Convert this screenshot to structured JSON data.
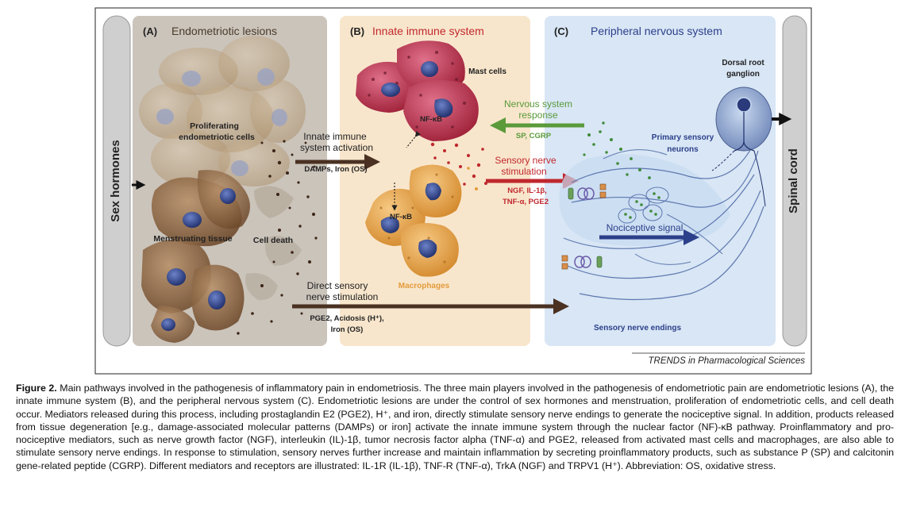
{
  "figure": {
    "side_left": "Sex hormones",
    "side_right": "Spinal cord",
    "panels": [
      {
        "letter": "(A)",
        "title": "Endometriotic lesions"
      },
      {
        "letter": "(B)",
        "title": "Innate immune system"
      },
      {
        "letter": "(C)",
        "title": "Peripheral nervous system"
      }
    ],
    "labels": {
      "proliferating": [
        "Proliferating",
        "endometriotic cells"
      ],
      "menstruating": "Menstruating tissue",
      "cell_death": "Cell death",
      "innate_activation": [
        "Innate immune",
        "system activation"
      ],
      "innate_activation_mediators": "DAMPs, Iron (OS)",
      "direct_stimulation": [
        "Direct sensory",
        "nerve stimulation"
      ],
      "direct_mediators": [
        "PGE2, Acidosis (H⁺),",
        "Iron (OS)"
      ],
      "mast_cells": "Mast cells",
      "nfkb": "NF-κB",
      "macrophages": "Macrophages",
      "sensory_stimulation": [
        "Sensory nerve",
        "stimulation"
      ],
      "sensory_mediators": [
        "NGF, IL-1β,",
        "TNF-α, PGE2"
      ],
      "nervous_response": [
        "Nervous system",
        "response"
      ],
      "nervous_mediators": "SP, CGRP",
      "drg": [
        "Dorsal root",
        "ganglion"
      ],
      "primary_neurons": [
        "Primary sensory",
        "neurons"
      ],
      "nociceptive": "Nociceptive signal",
      "sensory_endings": "Sensory nerve endings"
    },
    "source": "TRENDS in Pharmacological Sciences",
    "colors": {
      "panel_a": "#cbc4bb",
      "panel_b": "#f8e6cc",
      "panel_c": "#d8e6f5",
      "side_bar": "#cfcfcf",
      "title_a": "#4a3b2b",
      "title_b": "#c0282e",
      "title_c": "#2b3f8a",
      "arrow_brown": "#4a3122",
      "arrow_red": "#c0282e",
      "arrow_green": "#5a9a3a",
      "arrow_blue": "#2b3f8a",
      "mast_cell": "#b5334a",
      "macrophage": "#e8a94c",
      "nucleus": "#2a3a7a"
    }
  },
  "caption": {
    "label": "Figure 2.",
    "text": " Main pathways involved in the pathogenesis of inflammatory pain in endometriosis. The three main players involved in the pathogenesis of endometriotic pain are endometriotic lesions (A), the innate immune system (B), and the peripheral nervous system (C). Endometriotic lesions are under the control of sex hormones and menstruation, proliferation of endometriotic cells, and cell death occur. Mediators released during this process, including prostaglandin E2 (PGE2), H⁺, and iron, directly stimulate sensory nerve endings to generate the nociceptive signal. In addition, products released from tissue degeneration [e.g., damage-associated molecular patterns (DAMPs) or iron] activate the innate immune system through the nuclear factor (NF)-κB pathway. Proinflammatory and pro-nociceptive mediators, such as nerve growth factor (NGF), interleukin (IL)-1β, tumor necrosis factor alpha (TNF-α) and PGE2, released from activated mast cells and macrophages, are also able to stimulate sensory nerve endings. In response to stimulation, sensory nerves further increase and maintain inflammation by secreting proinflammatory products, such as substance P (SP) and calcitonin gene-related peptide (CGRP). Different mediators and receptors are illustrated: IL-1R (IL-1β), TNF-R (TNF-α), TrkA (NGF) and TRPV1 (H⁺). Abbreviation: OS, oxidative stress."
  }
}
